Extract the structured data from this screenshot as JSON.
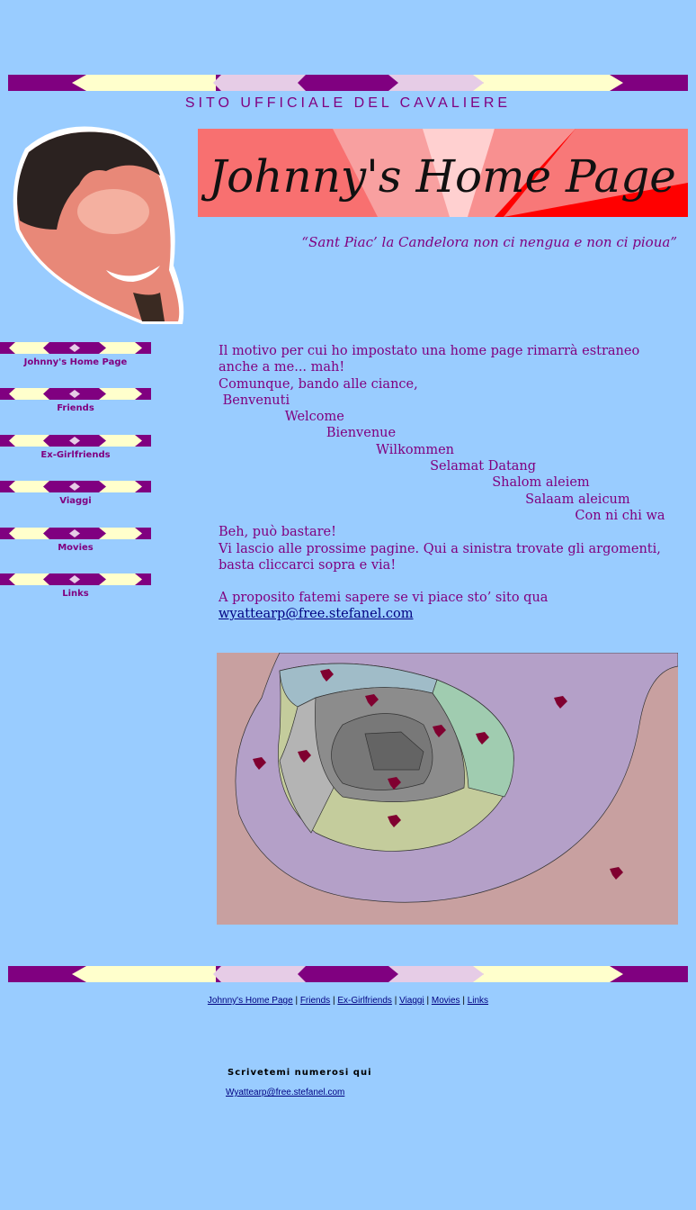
{
  "colors": {
    "background": "#99ccff",
    "purple": "#800080",
    "cream": "#ffffcc",
    "lavender": "#e6cce6",
    "banner_red": "#ff0000",
    "link": "#000080"
  },
  "header": {
    "tagline": "SITO UFFICIALE DEL CAVALIERE",
    "title": "Johnny's Home Page",
    "motto": "“Sant Piac’ la Candelora non ci nengua e non ci pioua”"
  },
  "sidebar": {
    "items": [
      {
        "label": "Johnny's Home Page"
      },
      {
        "label": "Friends"
      },
      {
        "label": "Ex-Girlfriends"
      },
      {
        "label": "Viaggi"
      },
      {
        "label": "Movies"
      },
      {
        "label": "Links"
      }
    ]
  },
  "content": {
    "intro": "Il motivo per cui ho impostato una home page rimarrà estraneo anche a me... mah!",
    "line2": "Comunque, bando alle ciance,",
    "greetings": [
      " Benvenuti",
      "                Welcome",
      "                          Bienvenue",
      "                                      Wilkommen",
      "                                                   Selamat Datang",
      "                                                                  Shalom aleiem",
      "                                                                          Salaam aleicum",
      "                                                                                      Con ni chi wa"
    ],
    "outro1": "Beh, può bastare!",
    "outro2": "Vi lascio alle prossime pagine. Qui a sinistra trovate gli argomenti, basta cliccarci sopra e via!",
    "outro3": "A proposito fatemi sapere se vi piace sto’ sito qua",
    "email": "wyattearp@free.stefanel.com"
  },
  "footer": {
    "links": [
      "Johnny's Home Page",
      "Friends",
      "Ex-Girlfriends",
      "Viaggi",
      "Movies",
      "Links"
    ],
    "separator": " | ",
    "write_label": "Scrivetemi numerosi qui",
    "email": "Wyattearp@free.stefanel.com "
  }
}
